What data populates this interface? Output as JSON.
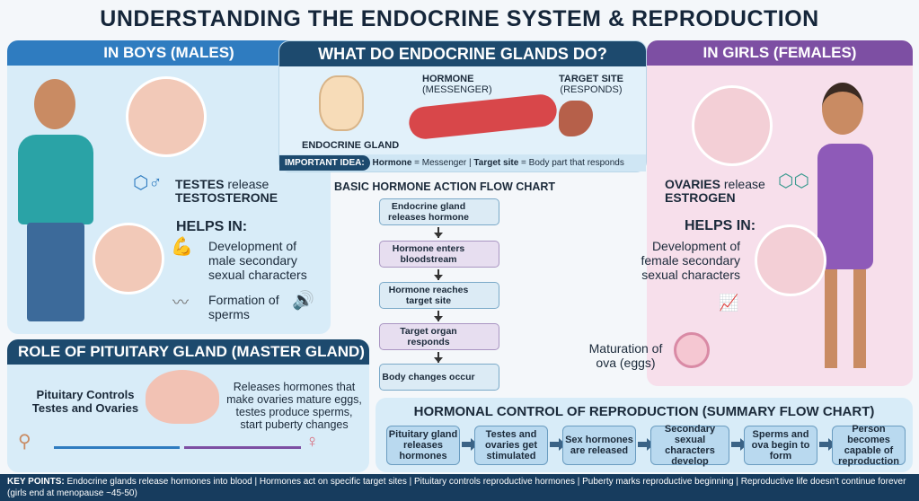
{
  "title": "UNDERSTANDING THE ENDOCRINE SYSTEM & REPRODUCTION",
  "boys": {
    "header": "IN BOYS (MALES)",
    "testes_bold": "TESTES",
    "testes_rest": " release",
    "hormone": "TESTOSTERONE",
    "helps": "HELPS IN:",
    "item1": "Development of male secondary sexual characters",
    "item2": "Formation of sperms"
  },
  "what": {
    "header": "WHAT DO ENDOCRINE GLANDS DO?",
    "hormone": "HORMONE",
    "messenger": "(MESSENGER)",
    "target": "TARGET SITE",
    "responds": "(RESPONDS)",
    "gland": "ENDOCRINE GLAND",
    "idea_label": "IMPORTANT IDEA:",
    "idea_h": "Hormone",
    "idea_m": " = Messenger | ",
    "idea_t": "Target site",
    "idea_r": " = Body part that responds"
  },
  "flow": {
    "title": "BASIC HORMONE ACTION FLOW CHART",
    "steps": [
      "Endocrine gland releases hormone",
      "Hormone enters bloodstream",
      "Hormone reaches target site",
      "Target organ responds",
      "Body changes occur"
    ]
  },
  "girls": {
    "header": "IN GIRLS (FEMALES)",
    "ovaries_bold": "OVARIES",
    "ovaries_rest": " release",
    "hormone": "ESTROGEN",
    "helps": "HELPS IN:",
    "item1": "Development of female secondary sexual characters",
    "item2": "Maturation of ova (eggs)"
  },
  "pituitary": {
    "header": "ROLE OF PITUITARY GLAND (MASTER GLAND)",
    "left": "Pituitary Controls Testes and Ovaries",
    "right": "Releases hormones that make ovaries mature eggs, testes produce sperms, start puberty changes"
  },
  "summary": {
    "title": "HORMONAL CONTROL OF REPRODUCTION (SUMMARY FLOW CHART)",
    "steps": [
      "Pituitary gland releases hormones",
      "Testes and ovaries get stimulated",
      "Sex hormones are released",
      "Secondary sexual characters develop",
      "Sperms and ova begin to form",
      "Person becomes capable of reproduction"
    ]
  },
  "key": {
    "label": "KEY POINTS:",
    "text": " Endocrine glands release hormones into blood | Hormones act on specific target sites | Pituitary controls reproductive hormones | Puberty marks reproductive beginning | Reproductive life doesn't continue forever (girls end at menopause ~45-50)"
  },
  "colors": {
    "navy": "#1d4a6e",
    "boys_blue": "#2f7cc0",
    "girls_purple": "#7d4fa3"
  }
}
